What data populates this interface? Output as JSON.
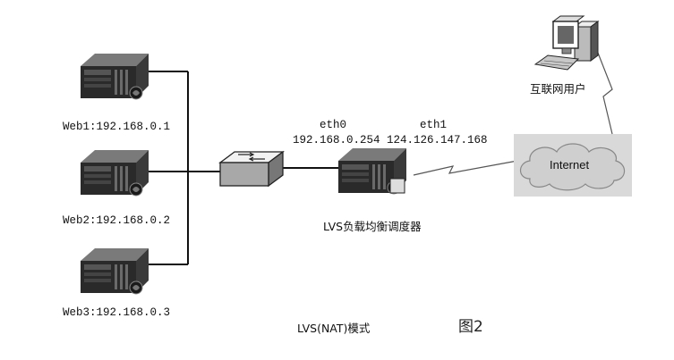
{
  "diagram": {
    "web1_label": "Web1:192.168.0.1",
    "web2_label": "Web2:192.168.0.2",
    "web3_label": "Web3:192.168.0.3",
    "eth0_name": "eth0",
    "eth0_ip": "192.168.0.254",
    "eth1_name": "eth1",
    "eth1_ip": "124.126.147.168",
    "lvs_label": "LVS负载均衡调度器",
    "internet_label": "Internet",
    "user_label": "互联网用户",
    "mode_title": "LVS(NAT)模式",
    "figure_label": "图2"
  },
  "colors": {
    "server_dark": "#2a2a2a",
    "server_top": "#6a6a6a",
    "cloud_fill": "#e2e2e2",
    "line": "#111111"
  }
}
